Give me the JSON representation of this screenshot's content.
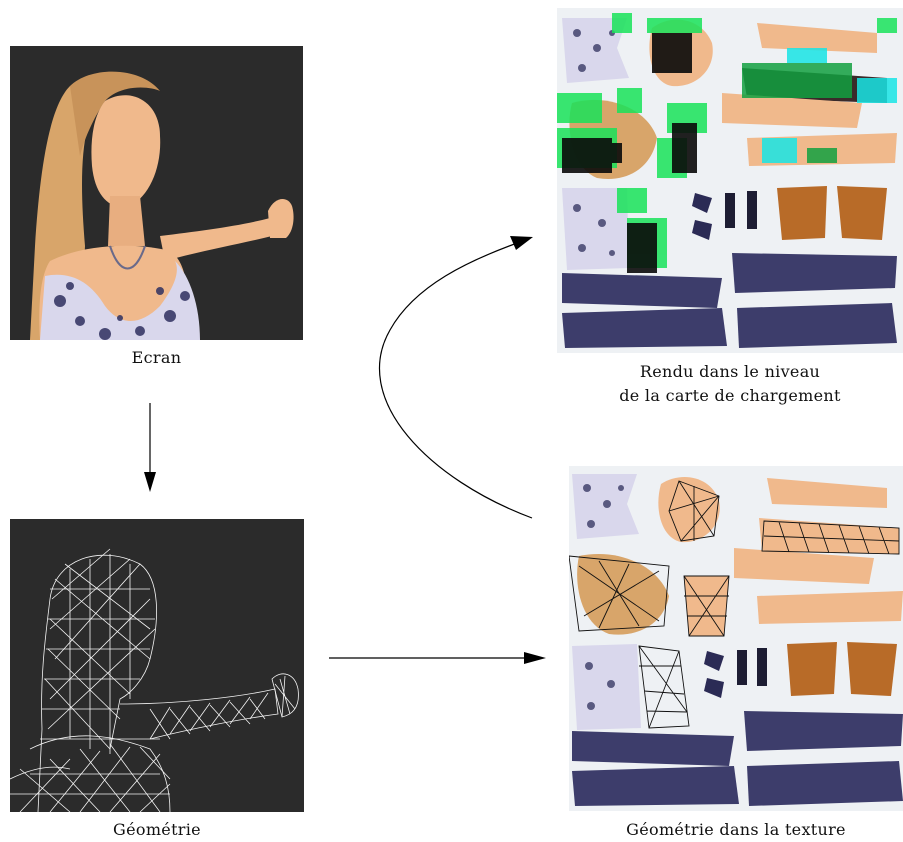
{
  "captions": {
    "screen": "Ecran",
    "geometry": "Géométrie",
    "render_line1": "Rendu dans le niveau",
    "render_line2": "de la carte de chargement",
    "geometry_texture": "Géométrie dans la texture"
  },
  "colors": {
    "render_bg": "#2b2b2b",
    "atlas_bg": "#eef1f4",
    "skin": "#f0b98c",
    "hair": "#d8a56a",
    "jeans": "#3d3d6b",
    "dress": "#d9d7ec",
    "boot": "#b86b28",
    "highlight_green": "#19e35a",
    "highlight_cyan": "#18e5e5",
    "wire": "#ffffff",
    "arrow": "#000000"
  },
  "icons": {
    "screen_render": "character-render-image",
    "wireframe": "character-wireframe-image",
    "atlas_loadmap": "texture-atlas-loadmap-image",
    "atlas_geometry": "texture-atlas-geometry-image"
  }
}
